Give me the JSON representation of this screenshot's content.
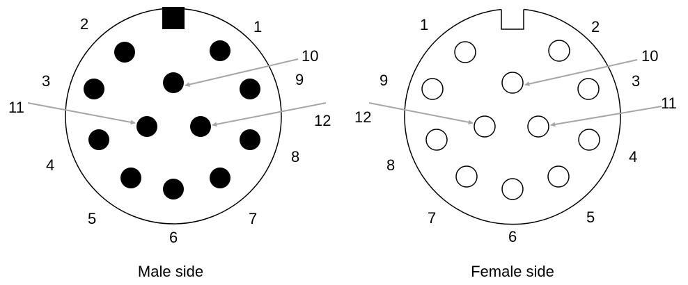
{
  "colors": {
    "background": "#ffffff",
    "outline": "#000000",
    "pin_male": "#000000",
    "pin_female": "#ffffff",
    "arrow": "#a6a6a6"
  },
  "connectors": [
    {
      "side": "male",
      "caption": "Male side",
      "key_style": "tab",
      "pin_fill": "filled",
      "pins": [
        {
          "label": "1"
        },
        {
          "label": "2"
        },
        {
          "label": "3"
        },
        {
          "label": "4"
        },
        {
          "label": "5"
        },
        {
          "label": "6"
        },
        {
          "label": "7"
        },
        {
          "label": "8"
        },
        {
          "label": "9"
        },
        {
          "label": "10"
        },
        {
          "label": "11"
        },
        {
          "label": "12"
        }
      ]
    },
    {
      "side": "female",
      "caption": "Female side",
      "key_style": "notch",
      "pin_fill": "hollow",
      "pins": [
        {
          "label": "1"
        },
        {
          "label": "2"
        },
        {
          "label": "3"
        },
        {
          "label": "4"
        },
        {
          "label": "5"
        },
        {
          "label": "6"
        },
        {
          "label": "7"
        },
        {
          "label": "8"
        },
        {
          "label": "9"
        },
        {
          "label": "10"
        },
        {
          "label": "11"
        },
        {
          "label": "12"
        }
      ]
    }
  ]
}
